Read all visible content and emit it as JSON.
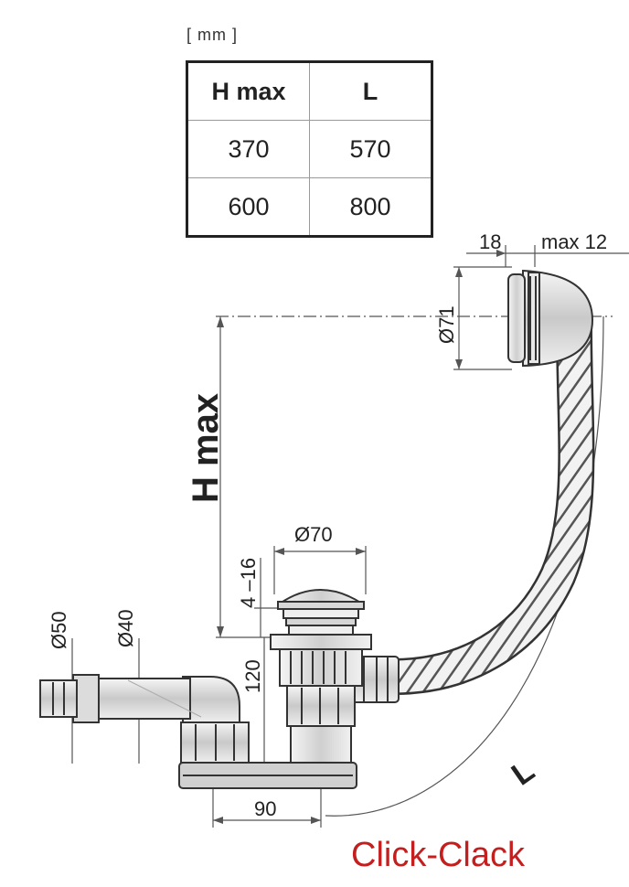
{
  "unit_label": "[ mm ]",
  "table": {
    "headers": [
      "H max",
      "L"
    ],
    "rows": [
      [
        "370",
        "570"
      ],
      [
        "600",
        "800"
      ]
    ]
  },
  "dimensions": {
    "d18": "18",
    "max12": "max 12",
    "d71": "Ø71",
    "hmax": "H max",
    "d70": "Ø70",
    "d4_16": "4 –16",
    "d50": "Ø50",
    "d40": "Ø40",
    "d120": "120",
    "d90": "90",
    "L": "L"
  },
  "brand_label": "Click-Clack",
  "colors": {
    "brand": "#c41e1e",
    "line": "#222222",
    "dim_line": "#555555"
  }
}
